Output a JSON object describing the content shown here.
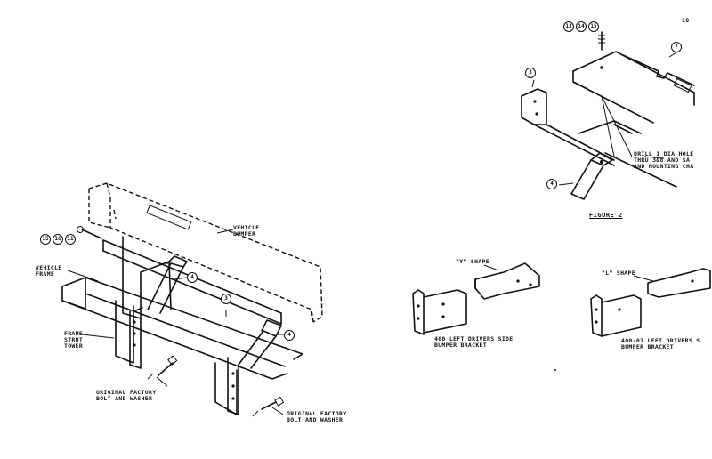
{
  "page_mark": "10",
  "left_assembly": {
    "labels": {
      "vehicle_bumper": "VEHICLE\nBUMPER",
      "vehicle_frame": "VEHICLE\nFRAME",
      "frame_strut_tower": "FRAME\nSTRUT\nTOWER",
      "original_bolt_left": "ORIGINAL FACTORY\nBOLT AND WASHER",
      "original_bolt_right": "ORIGINAL FACTORY\nBOLT AND WASHER"
    },
    "callouts": {
      "hardware": [
        "15",
        "16",
        "11"
      ],
      "bracket_upper": "4",
      "crossbar": "3",
      "bracket_lower": "4"
    }
  },
  "figure2": {
    "title": "FIGURE 2",
    "drill_note": "DRILL 1 DIA HOLE\nTHRU 3&8 AND SA\nAND MOUNTING CHA",
    "callouts": {
      "hardware": [
        "13",
        "14",
        "15"
      ],
      "part_7": "7",
      "part_3": "3",
      "part_4": "4"
    }
  },
  "brackets": {
    "left_shape_label": "\"Y\" SHAPE",
    "right_shape_label": "\"L\" SHAPE",
    "left_caption": "400 LEFT DRIVERS SIDE\nBUMPER BRACKET",
    "right_caption": "400-01 LEFT DRIVERS S\nBUMPER BRACKET"
  }
}
